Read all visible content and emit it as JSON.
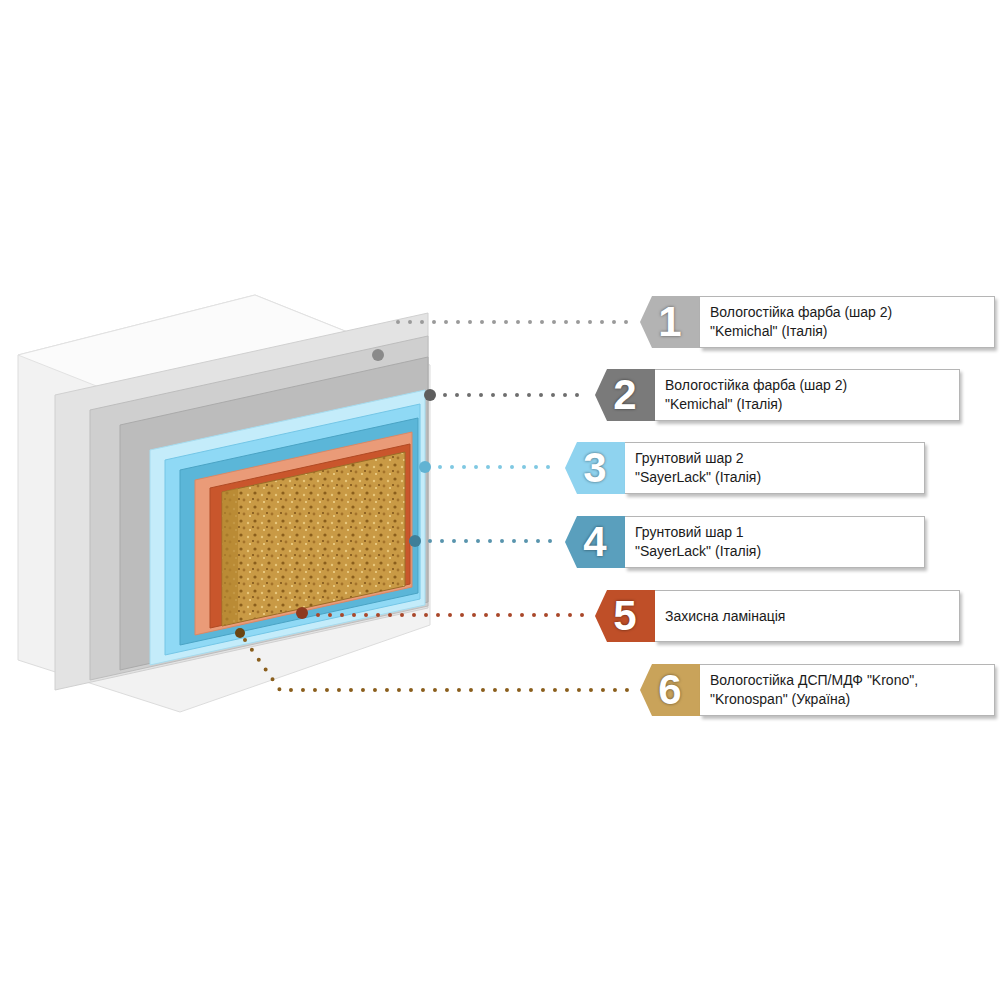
{
  "diagram": {
    "nodes": [
      {
        "text": [
          "1",
          "Вологостійка фарба (шар 2) \"Kemichal\" (Італія)"
        ]
      },
      {
        "text": [
          "2",
          "Вологостійка фарба (шар 2) \"Kemichal\" (Італія)"
        ]
      },
      {
        "text": [
          "3",
          "Грунтовий шар 2 \"SayerLack\" (Італія)"
        ]
      },
      {
        "text": [
          "4",
          "Грунтовий шар 1 \"SayerLack\" (Італія)"
        ]
      },
      {
        "text": [
          "5",
          "Захисна ламінація"
        ]
      },
      {
        "text": [
          "6",
          "Вологостійка ДСП/МДФ \"Krono\", \"Kronospan\" (Україна)"
        ]
      }
    ]
  }
}
